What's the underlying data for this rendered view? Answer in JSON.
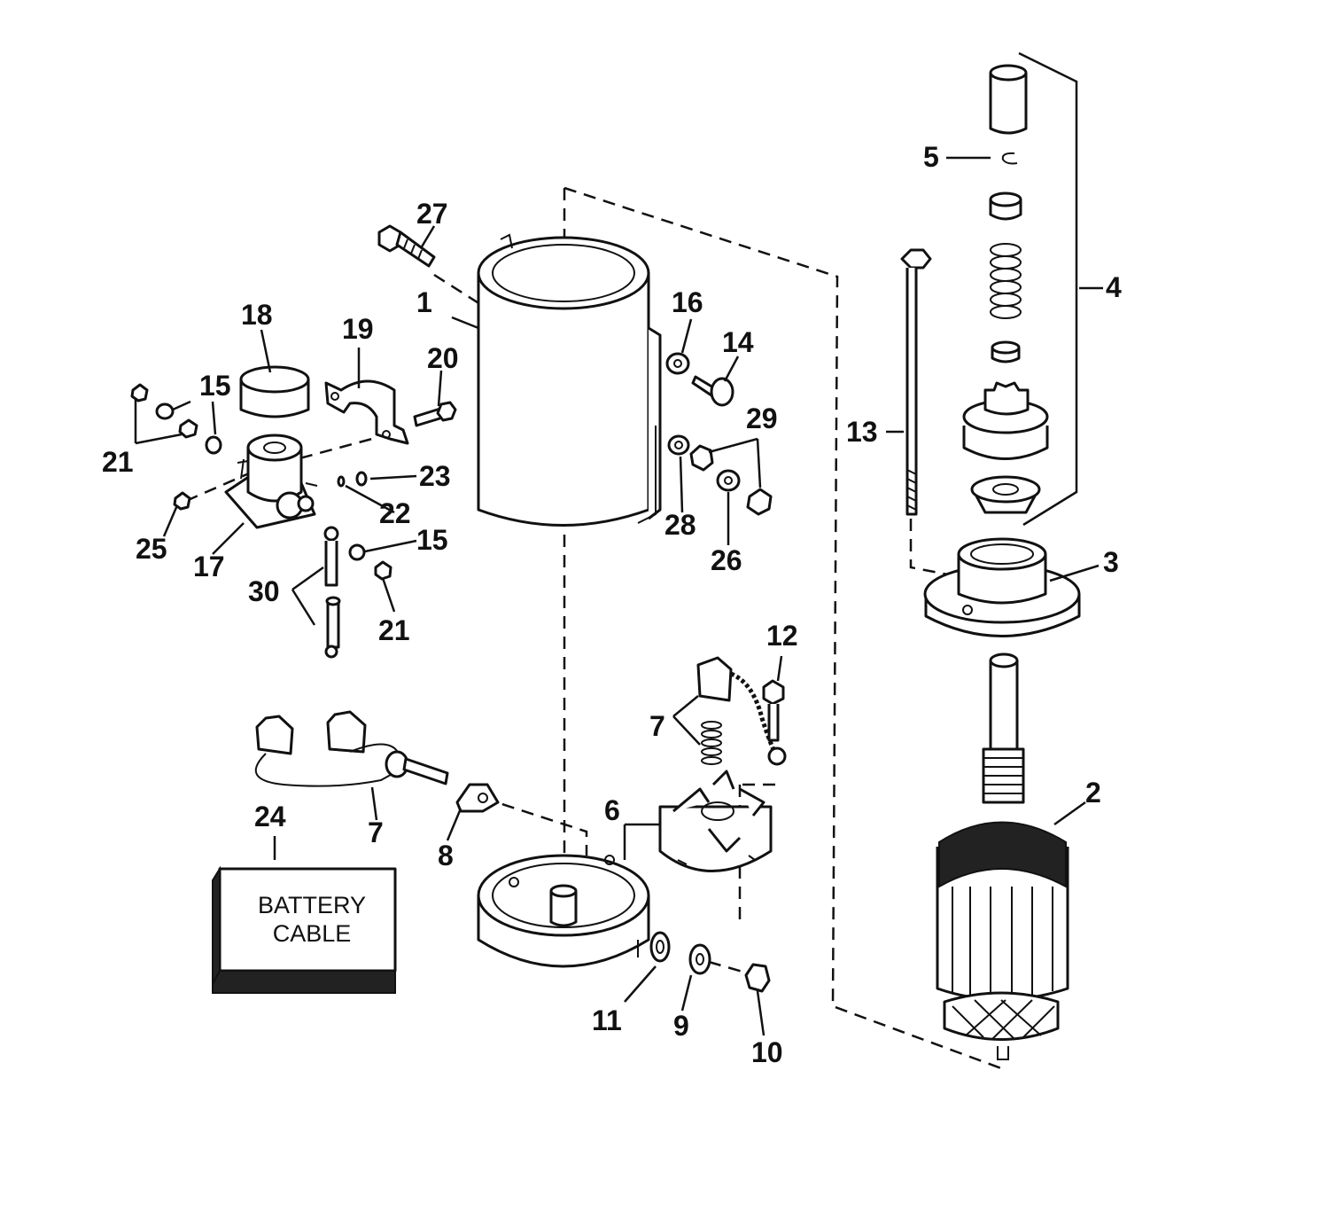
{
  "labels": {
    "p1": "1",
    "p2": "2",
    "p3": "3",
    "p4": "4",
    "p5": "5",
    "p6": "6",
    "p7a": "7",
    "p7b": "7",
    "p8": "8",
    "p9": "9",
    "p10": "10",
    "p11": "11",
    "p12": "12",
    "p13": "13",
    "p14": "14",
    "p15a": "15",
    "p15b": "15",
    "p16": "16",
    "p17": "17",
    "p18": "18",
    "p19": "19",
    "p20": "20",
    "p21a": "21",
    "p21b": "21",
    "p22": "22",
    "p23": "23",
    "p24": "24",
    "p25": "25",
    "p26": "26",
    "p27": "27",
    "p28": "28",
    "p29": "29",
    "p30": "30"
  },
  "battery_cable_box": {
    "line1": "BATTERY",
    "line2": "CABLE"
  }
}
